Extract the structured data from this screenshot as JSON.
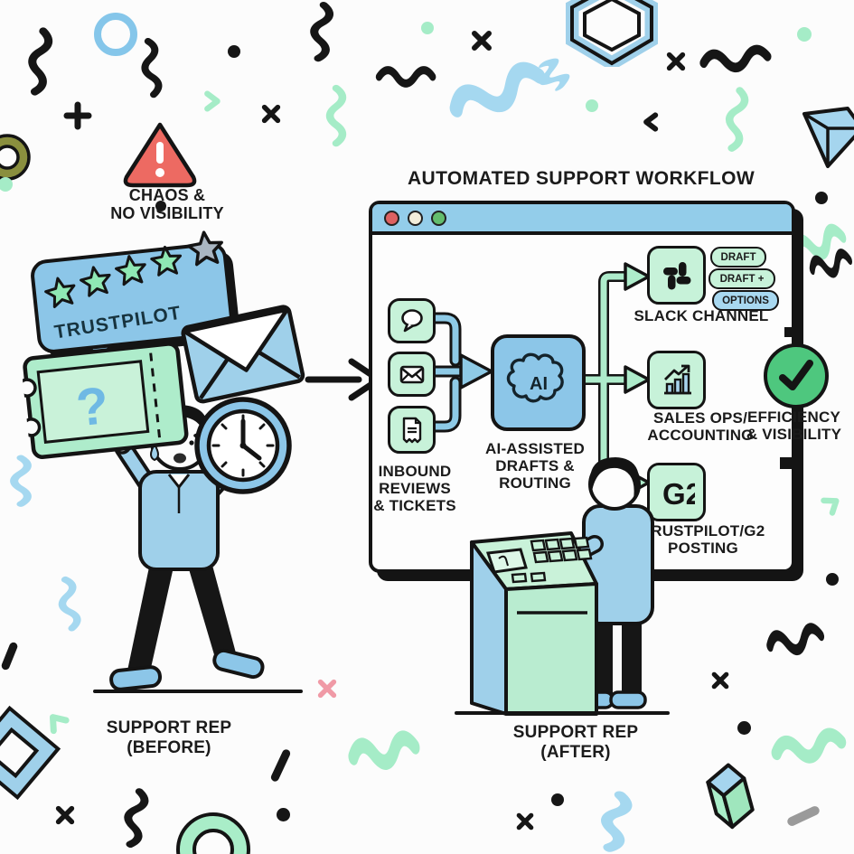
{
  "title": "AUTOMATED SUPPORT WORKFLOW",
  "colors": {
    "blue": "#93cdea",
    "light_green": "#c7f2d9",
    "connector_green": "#aeeccb",
    "check_green": "#4ec77e",
    "alert_red": "#ed6a62",
    "badge_blue": "#a8d8f0",
    "outline": "#141414"
  },
  "before": {
    "alert_caption": [
      "CHAOS &",
      "NO VISIBILITY"
    ],
    "review_bubble": {
      "brand": "TRUSTPILOT",
      "stars_filled": 4,
      "stars_total": 5
    },
    "caption": [
      "SUPPORT REP",
      "(BEFORE)"
    ]
  },
  "workflow": {
    "browser_dots": [
      "red",
      "cream",
      "green"
    ],
    "inbound": {
      "label": [
        "INBOUND",
        "REVIEWS",
        "& TICKETS"
      ],
      "icons": [
        "chat-bubble",
        "email",
        "ticket-document"
      ]
    },
    "ai": {
      "glyph": "AI",
      "label": [
        "AI-ASSISTED",
        "DRAFTS &",
        "ROUTING"
      ]
    },
    "slack": {
      "label": "SLACK CHANNEL",
      "badges": [
        {
          "text": "DRAFT",
          "color": "green"
        },
        {
          "text": "DRAFT +",
          "color": "green"
        },
        {
          "text": "OPTIONS",
          "color": "blue"
        }
      ]
    },
    "sales": {
      "label": [
        "SALES OPS/",
        "ACCOUNTING"
      ]
    },
    "g2": {
      "glyph": "G2",
      "label": [
        "TRUSTPILOT/G2",
        "POSTING"
      ]
    }
  },
  "outcome": {
    "label": [
      "EFFICIENCY",
      "& VISIBILITY"
    ]
  },
  "after": {
    "caption": [
      "SUPPORT REP",
      "(AFTER)"
    ]
  }
}
